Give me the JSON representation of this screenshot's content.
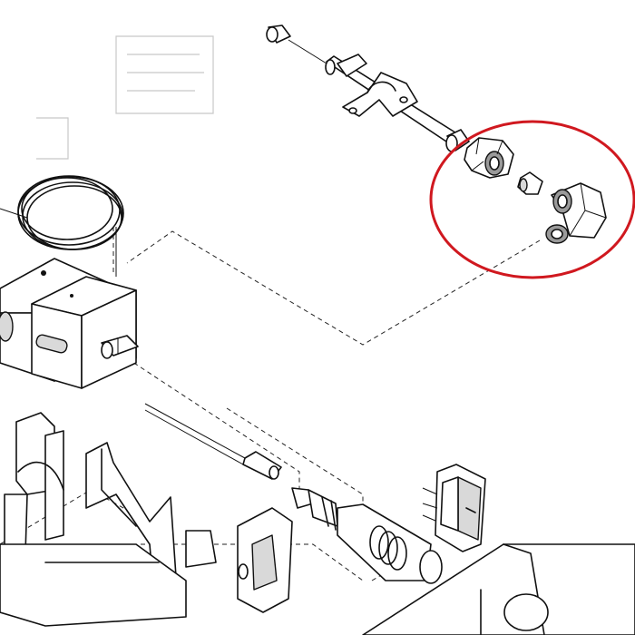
{
  "diagram": {
    "highlight_color": "#d0181f",
    "line_color": "#111111",
    "background": "#ffffff",
    "highlight": {
      "shape": "ellipse",
      "encircles": [
        "compression-nut",
        "olive-ring",
        "elbow-fitting"
      ]
    },
    "components": [
      "sensor-bulb",
      "mounting-bracket",
      "compression-nut",
      "olive-ring",
      "elbow-fitting",
      "capillary-coil",
      "thermostat-body",
      "control-shaft",
      "thermocouple-lead",
      "piezo-igniter",
      "rocker-switch",
      "control-panel-frame",
      "switch-bracket"
    ]
  }
}
